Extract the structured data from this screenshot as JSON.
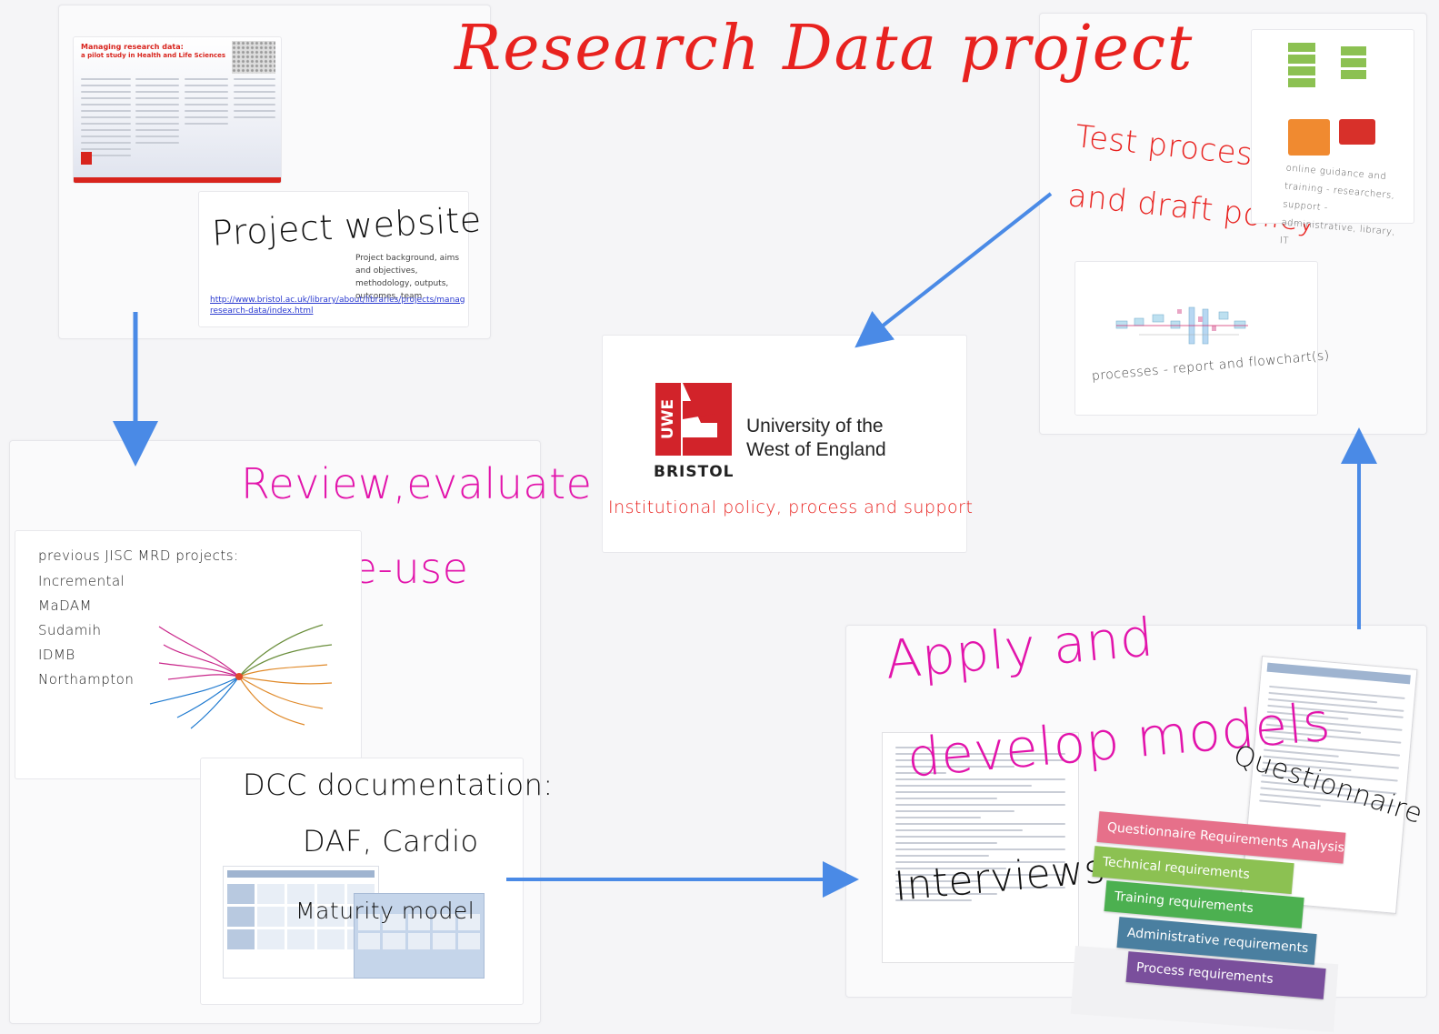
{
  "title": "Research Data project",
  "project_website": {
    "heading": "Project website",
    "description": "Project background, aims and objectives, methodology, outputs, outcomes, team",
    "link_line1": "http://www.bristol.ac.uk/library/about/libraries/projects/managing",
    "link_line2": "research-data/index.html",
    "poster_title": "Managing research data:",
    "poster_subtitle": "a pilot study in Health and Life Sciences"
  },
  "review": {
    "heading_line1": "Review,evaluate",
    "heading_line2": "and re-use",
    "list_title": "previous JISC MRD projects:",
    "projects": [
      "Incremental",
      "MaDAM",
      "Sudamih",
      "IDMB",
      "Northampton"
    ]
  },
  "dcc": {
    "heading_line1": "DCC documentation:",
    "heading_line2": "DAF, Cardio",
    "maturity": "Maturity model"
  },
  "uwe": {
    "logo_letters": "UWE",
    "logo_city": "BRISTOL",
    "name_line1": "University of the",
    "name_line2": "West of England",
    "caption": "Institutional policy, process and support"
  },
  "test": {
    "heading_line1": "Test processes",
    "heading_line2": "and draft policy",
    "guidance": "online guidance and training - researchers, support - administrative, library, IT",
    "flowchart_caption": "processes - report and flowchart(s)"
  },
  "apply": {
    "heading_line1": "Apply and",
    "heading_line2": "develop models",
    "interviews": "Interviews",
    "questionnaire": "Questionnaire",
    "steps": [
      {
        "label": "Questionnaire Requirements Analysis",
        "color": "#e6708a"
      },
      {
        "label": "Technical requirements",
        "color": "#8cc152"
      },
      {
        "label": "Training requirements",
        "color": "#4cb050"
      },
      {
        "label": "Administrative requirements",
        "color": "#4a7fa0"
      },
      {
        "label": "Process requirements",
        "color": "#7a4f9c"
      }
    ]
  }
}
